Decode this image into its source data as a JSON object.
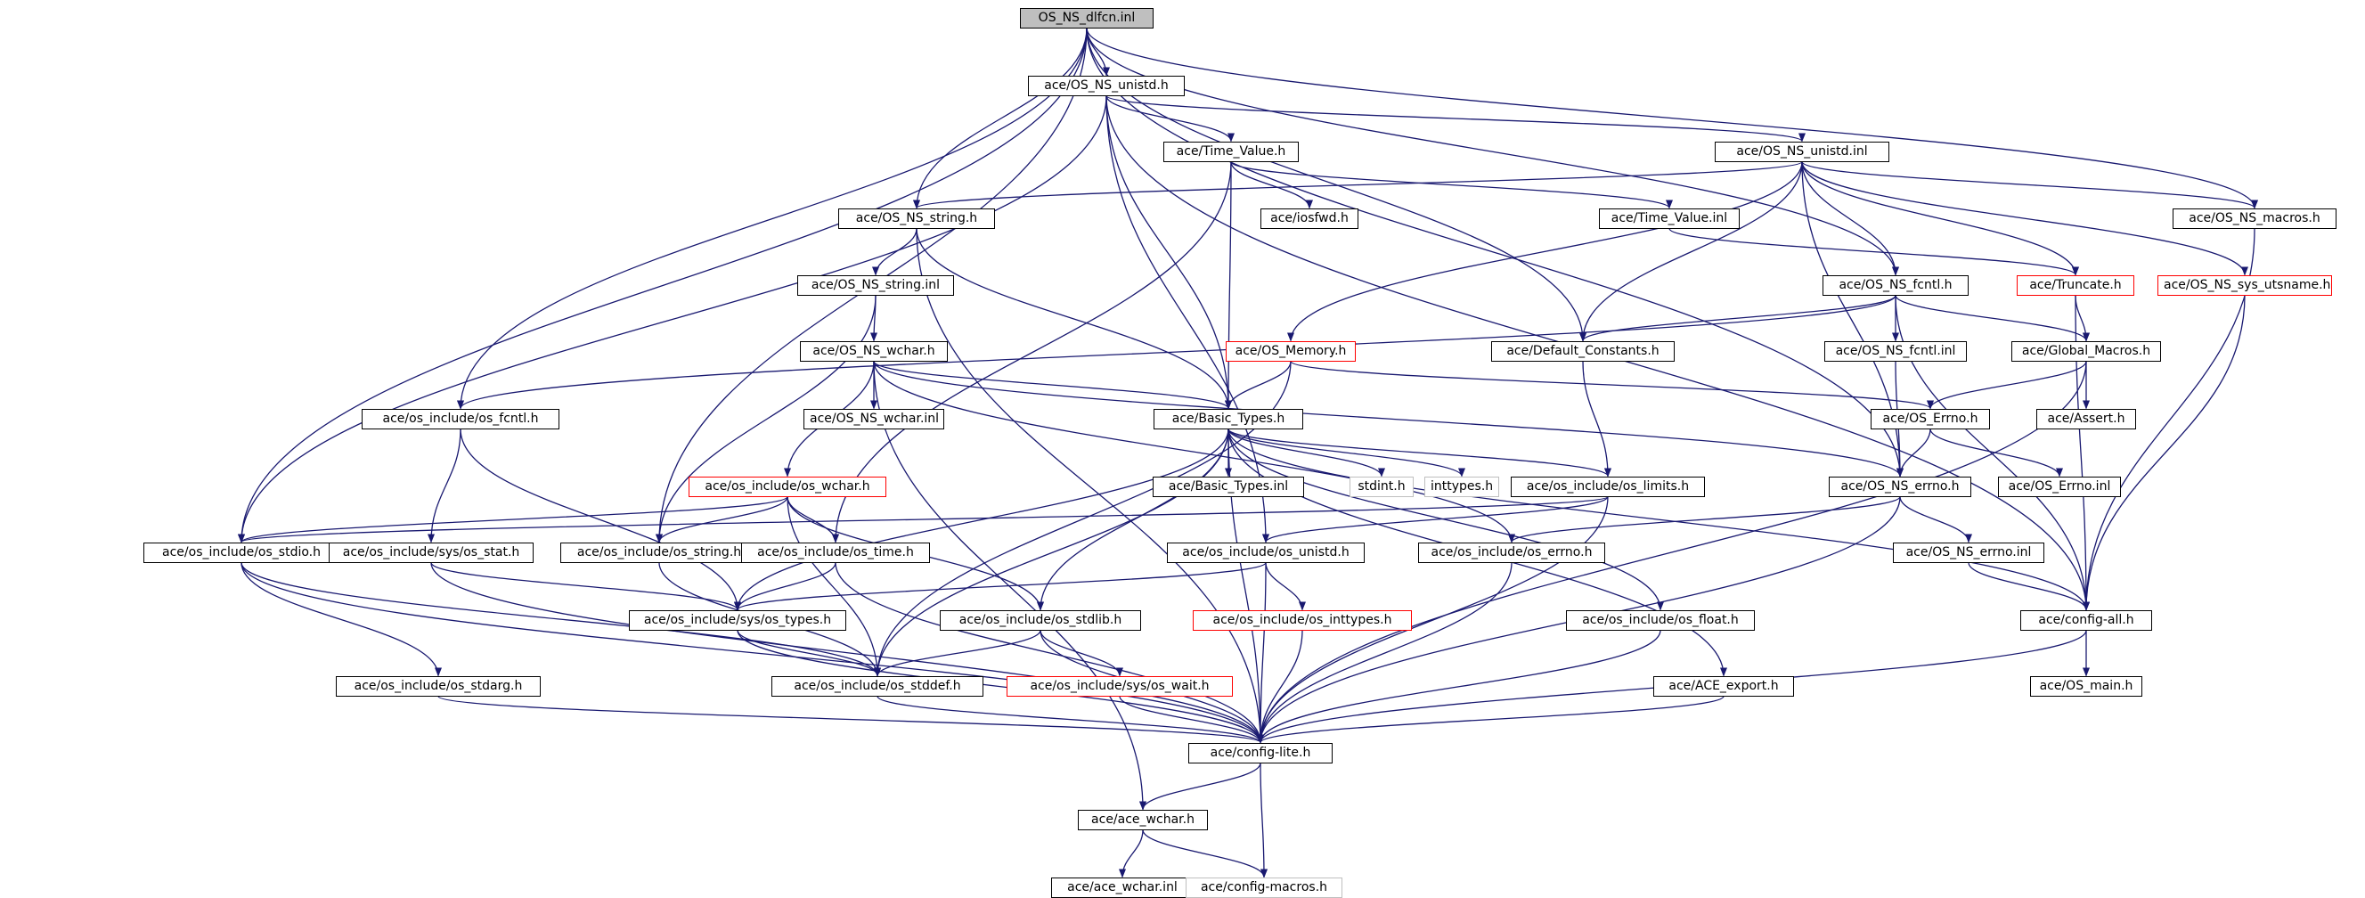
{
  "graph": {
    "edge_color": "#191970",
    "border_colors": {
      "normal": "#000000",
      "missing": "#ff0000",
      "external": "#bfbfbf"
    },
    "root_fill": "#bfbfbf",
    "nodes": [
      {
        "id": "root",
        "label": "OS_NS_dlfcn.inl",
        "style": "root"
      },
      {
        "id": "unistd_h",
        "label": "ace/OS_NS_unistd.h",
        "style": "normal"
      },
      {
        "id": "time_value_h",
        "label": "ace/Time_Value.h",
        "style": "normal"
      },
      {
        "id": "unistd_inl",
        "label": "ace/OS_NS_unistd.inl",
        "style": "normal"
      },
      {
        "id": "string_h",
        "label": "ace/OS_NS_string.h",
        "style": "normal"
      },
      {
        "id": "iosfwd",
        "label": "ace/iosfwd.h",
        "style": "normal"
      },
      {
        "id": "time_value_inl",
        "label": "ace/Time_Value.inl",
        "style": "normal"
      },
      {
        "id": "macros_h",
        "label": "ace/OS_NS_macros.h",
        "style": "normal"
      },
      {
        "id": "string_inl",
        "label": "ace/OS_NS_string.inl",
        "style": "normal"
      },
      {
        "id": "fcntl_h",
        "label": "ace/OS_NS_fcntl.h",
        "style": "normal"
      },
      {
        "id": "truncate_h",
        "label": "ace/Truncate.h",
        "style": "missing"
      },
      {
        "id": "utsname_h",
        "label": "ace/OS_NS_sys_utsname.h",
        "style": "missing"
      },
      {
        "id": "wchar_h",
        "label": "ace/OS_NS_wchar.h",
        "style": "normal"
      },
      {
        "id": "memory_h",
        "label": "ace/OS_Memory.h",
        "style": "missing"
      },
      {
        "id": "default_constants",
        "label": "ace/Default_Constants.h",
        "style": "normal"
      },
      {
        "id": "fcntl_inl",
        "label": "ace/OS_NS_fcntl.inl",
        "style": "normal"
      },
      {
        "id": "global_macros",
        "label": "ace/Global_Macros.h",
        "style": "normal"
      },
      {
        "id": "os_fcntl",
        "label": "ace/os_include/os_fcntl.h",
        "style": "normal"
      },
      {
        "id": "wchar_inl",
        "label": "ace/OS_NS_wchar.inl",
        "style": "normal"
      },
      {
        "id": "basic_types_h",
        "label": "ace/Basic_Types.h",
        "style": "normal"
      },
      {
        "id": "errno_h_cls",
        "label": "ace/OS_Errno.h",
        "style": "normal"
      },
      {
        "id": "assert_h",
        "label": "ace/Assert.h",
        "style": "normal"
      },
      {
        "id": "os_wchar",
        "label": "ace/os_include/os_wchar.h",
        "style": "missing"
      },
      {
        "id": "basic_types_inl",
        "label": "ace/Basic_Types.inl",
        "style": "normal"
      },
      {
        "id": "stdint",
        "label": "stdint.h",
        "style": "external"
      },
      {
        "id": "inttypes",
        "label": "inttypes.h",
        "style": "external"
      },
      {
        "id": "os_limits",
        "label": "ace/os_include/os_limits.h",
        "style": "normal"
      },
      {
        "id": "ns_errno_h",
        "label": "ace/OS_NS_errno.h",
        "style": "normal"
      },
      {
        "id": "errno_inl_cls",
        "label": "ace/OS_Errno.inl",
        "style": "normal"
      },
      {
        "id": "os_stdio",
        "label": "ace/os_include/os_stdio.h",
        "style": "normal"
      },
      {
        "id": "os_stat",
        "label": "ace/os_include/sys/os_stat.h",
        "style": "normal"
      },
      {
        "id": "os_string",
        "label": "ace/os_include/os_string.h",
        "style": "normal"
      },
      {
        "id": "os_time",
        "label": "ace/os_include/os_time.h",
        "style": "normal"
      },
      {
        "id": "os_unistd",
        "label": "ace/os_include/os_unistd.h",
        "style": "normal"
      },
      {
        "id": "os_errno",
        "label": "ace/os_include/os_errno.h",
        "style": "normal"
      },
      {
        "id": "ns_errno_inl",
        "label": "ace/OS_NS_errno.inl",
        "style": "normal"
      },
      {
        "id": "os_types",
        "label": "ace/os_include/sys/os_types.h",
        "style": "normal"
      },
      {
        "id": "os_stdlib",
        "label": "ace/os_include/os_stdlib.h",
        "style": "normal"
      },
      {
        "id": "os_inttypes",
        "label": "ace/os_include/os_inttypes.h",
        "style": "missing"
      },
      {
        "id": "os_float",
        "label": "ace/os_include/os_float.h",
        "style": "normal"
      },
      {
        "id": "config_all",
        "label": "ace/config-all.h",
        "style": "normal"
      },
      {
        "id": "os_stdarg",
        "label": "ace/os_include/os_stdarg.h",
        "style": "normal"
      },
      {
        "id": "os_stddef",
        "label": "ace/os_include/os_stddef.h",
        "style": "normal"
      },
      {
        "id": "os_wait",
        "label": "ace/os_include/sys/os_wait.h",
        "style": "missing"
      },
      {
        "id": "ace_export",
        "label": "ace/ACE_export.h",
        "style": "normal"
      },
      {
        "id": "os_main",
        "label": "ace/OS_main.h",
        "style": "normal"
      },
      {
        "id": "config_lite",
        "label": "ace/config-lite.h",
        "style": "normal"
      },
      {
        "id": "ace_wchar_h",
        "label": "ace/ace_wchar.h",
        "style": "normal"
      },
      {
        "id": "ace_wchar_inl",
        "label": "ace/ace_wchar.inl",
        "style": "normal"
      },
      {
        "id": "config_macros",
        "label": "ace/config-macros.h",
        "style": "external"
      }
    ],
    "edges": [
      [
        "root",
        "unistd_h"
      ],
      [
        "root",
        "string_h"
      ],
      [
        "root",
        "os_fcntl"
      ],
      [
        "root",
        "os_stdio"
      ],
      [
        "root",
        "os_string"
      ],
      [
        "root",
        "default_constants"
      ],
      [
        "root",
        "ns_errno_h"
      ],
      [
        "root",
        "fcntl_h"
      ],
      [
        "root",
        "macros_h"
      ],
      [
        "unistd_h",
        "time_value_h"
      ],
      [
        "unistd_h",
        "unistd_inl"
      ],
      [
        "unistd_h",
        "basic_types_h"
      ],
      [
        "unistd_h",
        "os_unistd"
      ],
      [
        "unistd_h",
        "os_stdio"
      ],
      [
        "unistd_h",
        "config_all"
      ],
      [
        "time_value_h",
        "iosfwd"
      ],
      [
        "time_value_h",
        "time_value_inl"
      ],
      [
        "time_value_h",
        "basic_types_h"
      ],
      [
        "time_value_h",
        "os_time"
      ],
      [
        "unistd_inl",
        "string_h"
      ],
      [
        "unistd_inl",
        "macros_h"
      ],
      [
        "unistd_inl",
        "fcntl_h"
      ],
      [
        "unistd_inl",
        "truncate_h"
      ],
      [
        "unistd_inl",
        "utsname_h"
      ],
      [
        "unistd_inl",
        "memory_h"
      ],
      [
        "unistd_inl",
        "default_constants"
      ],
      [
        "unistd_inl",
        "ns_errno_h"
      ],
      [
        "time_value_inl",
        "truncate_h"
      ],
      [
        "string_h",
        "string_inl"
      ],
      [
        "string_h",
        "basic_types_h"
      ],
      [
        "string_h",
        "config_lite"
      ],
      [
        "string_inl",
        "wchar_h"
      ],
      [
        "string_inl",
        "os_string"
      ],
      [
        "macros_h",
        "config_all"
      ],
      [
        "fcntl_h",
        "fcntl_inl"
      ],
      [
        "fcntl_h",
        "global_macros"
      ],
      [
        "fcntl_h",
        "default_constants"
      ],
      [
        "fcntl_h",
        "os_fcntl"
      ],
      [
        "fcntl_h",
        "config_all"
      ],
      [
        "truncate_h",
        "global_macros"
      ],
      [
        "truncate_h",
        "config_all"
      ],
      [
        "utsname_h",
        "config_all"
      ],
      [
        "wchar_h",
        "wchar_inl"
      ],
      [
        "wchar_h",
        "basic_types_h"
      ],
      [
        "wchar_h",
        "os_wchar"
      ],
      [
        "wchar_h",
        "os_errno"
      ],
      [
        "wchar_h",
        "ace_wchar_h"
      ],
      [
        "wchar_h",
        "ns_errno_h"
      ],
      [
        "memory_h",
        "basic_types_h"
      ],
      [
        "memory_h",
        "errno_h_cls"
      ],
      [
        "memory_h",
        "os_stddef"
      ],
      [
        "default_constants",
        "os_limits"
      ],
      [
        "fcntl_inl",
        "ns_errno_h"
      ],
      [
        "global_macros",
        "assert_h"
      ],
      [
        "global_macros",
        "errno_h_cls"
      ],
      [
        "global_macros",
        "config_lite"
      ],
      [
        "errno_h_cls",
        "errno_inl_cls"
      ],
      [
        "errno_h_cls",
        "ns_errno_h"
      ],
      [
        "os_fcntl",
        "os_stat"
      ],
      [
        "os_fcntl",
        "os_types"
      ],
      [
        "basic_types_h",
        "basic_types_inl"
      ],
      [
        "basic_types_h",
        "stdint"
      ],
      [
        "basic_types_h",
        "inttypes"
      ],
      [
        "basic_types_h",
        "os_limits"
      ],
      [
        "basic_types_h",
        "os_stdlib"
      ],
      [
        "basic_types_h",
        "os_float"
      ],
      [
        "basic_types_h",
        "ace_export"
      ],
      [
        "basic_types_h",
        "config_all"
      ],
      [
        "basic_types_h",
        "os_types"
      ],
      [
        "basic_types_h",
        "os_stddef"
      ],
      [
        "basic_types_h",
        "config_lite"
      ],
      [
        "os_wchar",
        "os_stdio"
      ],
      [
        "os_wchar",
        "os_string"
      ],
      [
        "os_wchar",
        "os_time"
      ],
      [
        "os_wchar",
        "os_stddef"
      ],
      [
        "os_wchar",
        "os_stdlib"
      ],
      [
        "os_limits",
        "os_unistd"
      ],
      [
        "os_limits",
        "os_stdio"
      ],
      [
        "os_limits",
        "config_lite"
      ],
      [
        "ns_errno_h",
        "ns_errno_inl"
      ],
      [
        "ns_errno_h",
        "os_errno"
      ],
      [
        "ns_errno_h",
        "config_lite"
      ],
      [
        "os_stdio",
        "os_stdarg"
      ],
      [
        "os_stdio",
        "os_stddef"
      ],
      [
        "os_stdio",
        "config_lite"
      ],
      [
        "os_stat",
        "os_types"
      ],
      [
        "os_stat",
        "config_lite"
      ],
      [
        "os_string",
        "os_stddef"
      ],
      [
        "os_time",
        "os_types"
      ],
      [
        "os_time",
        "config_lite"
      ],
      [
        "os_unistd",
        "os_types"
      ],
      [
        "os_unistd",
        "os_inttypes"
      ],
      [
        "os_unistd",
        "config_lite"
      ],
      [
        "os_errno",
        "config_lite"
      ],
      [
        "ns_errno_inl",
        "config_all"
      ],
      [
        "os_types",
        "os_stddef"
      ],
      [
        "os_types",
        "config_lite"
      ],
      [
        "os_stdlib",
        "os_stddef"
      ],
      [
        "os_stdlib",
        "os_wait"
      ],
      [
        "os_stdlib",
        "config_lite"
      ],
      [
        "os_inttypes",
        "config_lite"
      ],
      [
        "os_float",
        "config_lite"
      ],
      [
        "config_all",
        "os_main"
      ],
      [
        "config_all",
        "config_lite"
      ],
      [
        "os_stdarg",
        "config_lite"
      ],
      [
        "os_stddef",
        "config_lite"
      ],
      [
        "os_wait",
        "config_lite"
      ],
      [
        "ace_export",
        "config_lite"
      ],
      [
        "config_lite",
        "ace_wchar_h"
      ],
      [
        "config_lite",
        "config_macros"
      ],
      [
        "ace_wchar_h",
        "ace_wchar_inl"
      ],
      [
        "ace_wchar_h",
        "config_macros"
      ]
    ]
  }
}
